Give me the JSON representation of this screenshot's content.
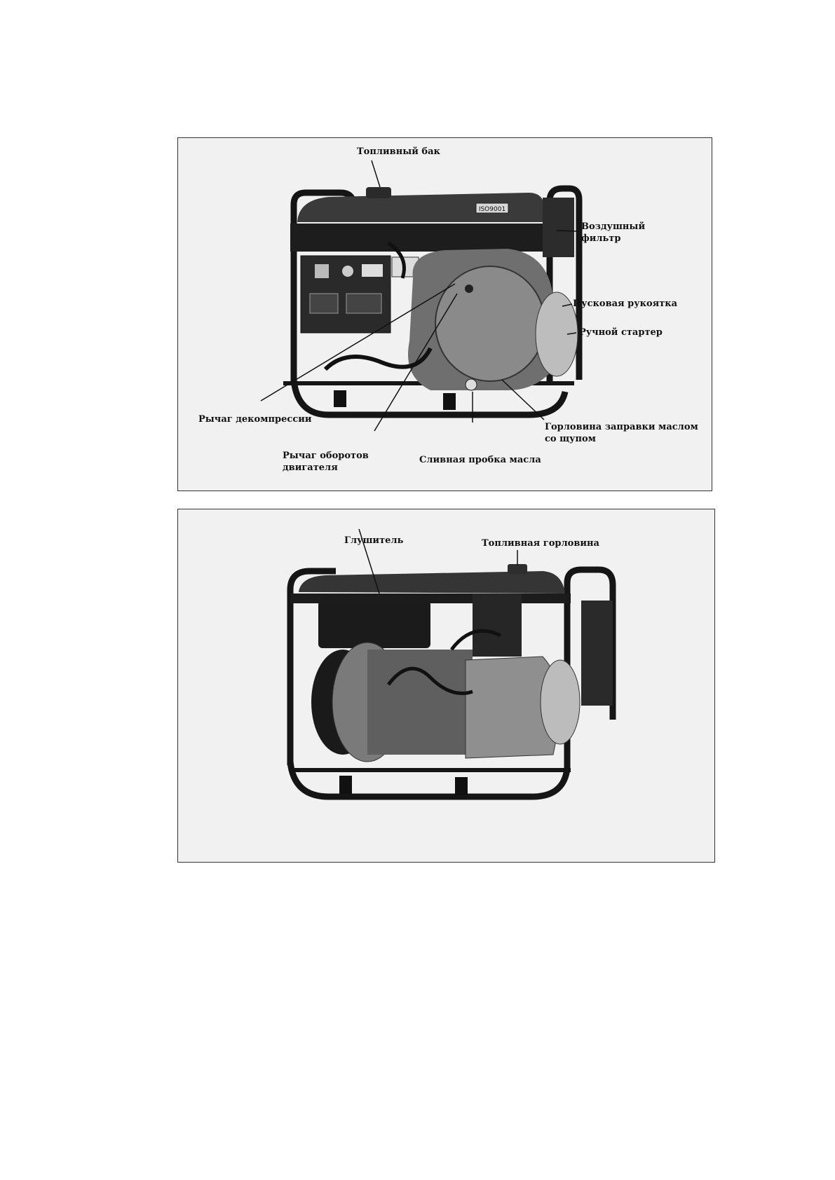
{
  "panel_top": {
    "labels": {
      "fuel_tank": "Топливный бак",
      "air_filter_line1": "Воздушный",
      "air_filter_line2": "фильтр",
      "start_handle": "Пусковая рукоятка",
      "manual_starter": "Ручной стартер",
      "decompression_lever": "Рычаг декомпрессии",
      "speed_lever_line1": "Рычаг оборотов",
      "speed_lever_line2": "двигателя",
      "oil_drain_plug": "Сливная пробка масла",
      "oil_filler_line1": "Горловина заправки маслом",
      "oil_filler_line2": "со щупом"
    },
    "nameplate": "ISO9001"
  },
  "panel_bottom": {
    "labels": {
      "muffler": "Глушитель",
      "fuel_filler_neck": "Топливная горловина"
    }
  },
  "colors": {
    "frame": "#151515",
    "panel_bg": "#f1f1f1",
    "engine": "#6f6f6f",
    "leader": "#111111"
  }
}
